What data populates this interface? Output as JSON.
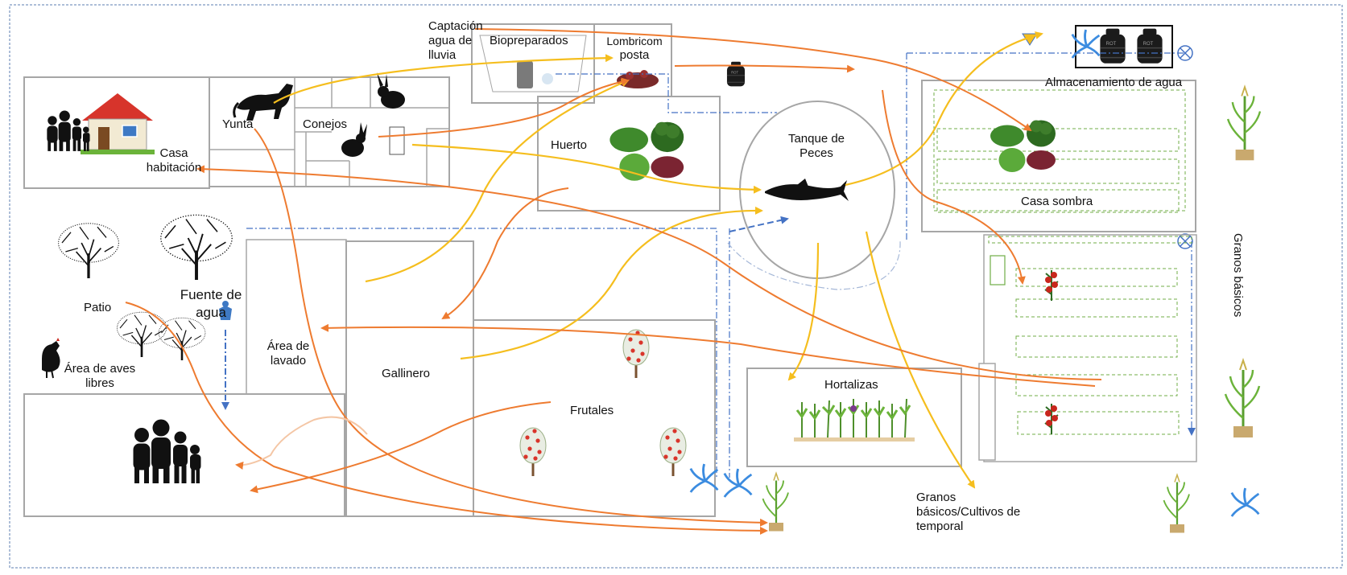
{
  "labels": {
    "captacion": [
      "Captación",
      "agua de",
      "lluvia"
    ],
    "biopreparados": "Biopreparados",
    "lombricompost": [
      "Lombricom",
      "posta"
    ],
    "yunta": "Yunta",
    "conejos": "Conejos",
    "casa": [
      "Casa",
      "habitación"
    ],
    "huerto": "Huerto",
    "tanque": [
      "Tanque de",
      "Peces"
    ],
    "almacenamiento": "Almacenamiento de agua",
    "casa_sombra": "Casa sombra",
    "granos_basicos_vertical": "Granos básicos",
    "fuente": [
      "Fuente de",
      "agua"
    ],
    "patio": "Patio",
    "area_lavado": [
      "Área de",
      "lavado"
    ],
    "aves": [
      "Área de aves",
      "libres"
    ],
    "gallinero": "Gallinero",
    "frutales": "Frutales",
    "hortalizas": "Hortalizas",
    "granos_temporal": [
      "Granos",
      "básicos/Cultivos de",
      "temporal"
    ]
  },
  "colors": {
    "yellow_arrow": "#F5BE1E",
    "orange_arrow": "#EE7B30",
    "blue_dash": "#4472C4",
    "box_border": "#A6A6A6",
    "bed_border": "#70AD47",
    "frame_border": "#5B7DB1"
  },
  "icons": [
    "house-icon",
    "family-icon",
    "horse-icon",
    "rabbit-icon",
    "fish-icon",
    "hen-icon",
    "tree-icon",
    "vegetables-icon",
    "corn-plant-icon",
    "water-tank-icon",
    "water-drop-icon",
    "valve-icon",
    "tap-icon",
    "fruit-tree-icon",
    "tomato-plant-icon"
  ]
}
